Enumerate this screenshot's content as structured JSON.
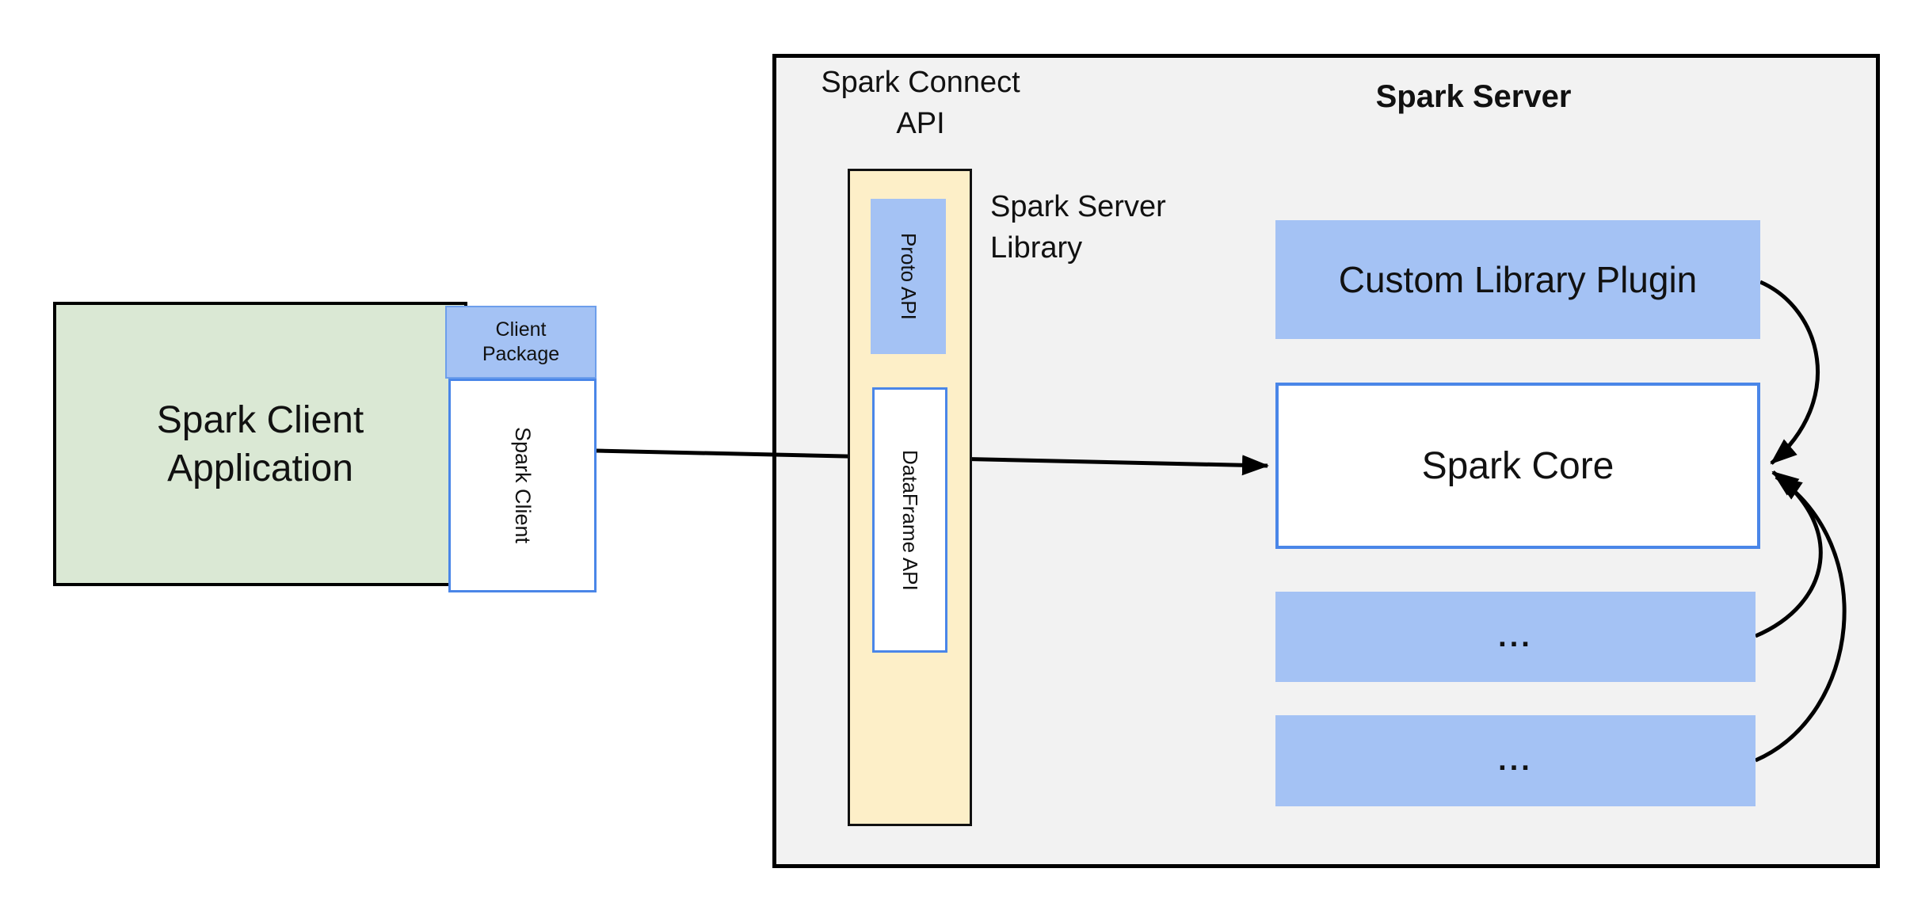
{
  "diagram": {
    "client_app": {
      "line1": "Spark Client",
      "line2": "Application"
    },
    "client_package": {
      "line1": "Client",
      "line2": "Package"
    },
    "spark_client": {
      "label": "Spark Client"
    },
    "spark_connect_api": {
      "line1": "Spark Connect",
      "line2": "API"
    },
    "proto_api": {
      "label": "Proto  API"
    },
    "dataframe_api": {
      "label": "DataFrame API"
    },
    "spark_server_library": {
      "line1": "Spark Server",
      "line2": "Library"
    },
    "spark_server": {
      "title": "Spark Server"
    },
    "custom_library_plugin": {
      "label": "Custom Library Plugin"
    },
    "spark_core": {
      "label": "Spark Core"
    },
    "more_plugin_1": {
      "label": "..."
    },
    "more_plugin_2": {
      "label": "..."
    }
  },
  "colors": {
    "blue_fill": "#A4C2F4",
    "blue_border": "#4A86E8",
    "green_fill": "#DAE8D4",
    "yellow_fill": "#FDEFC8",
    "container_gray": "#F2F2F2",
    "arrow_black": "#000000"
  }
}
